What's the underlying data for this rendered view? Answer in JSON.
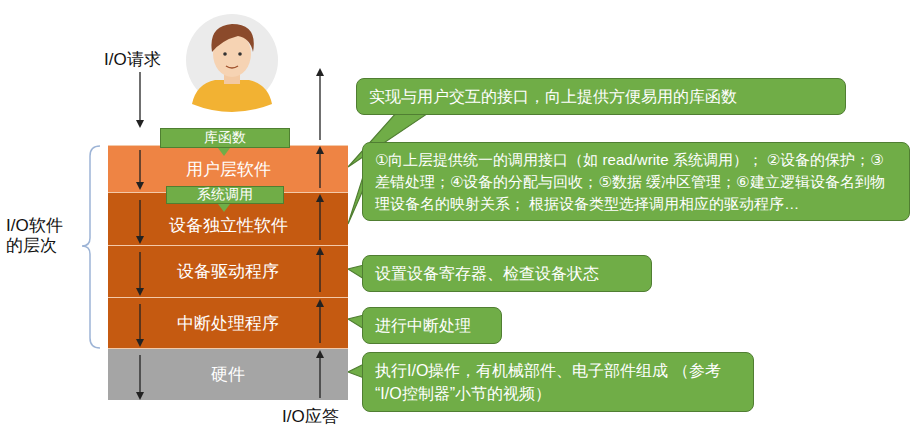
{
  "diagram": {
    "nodes": [
      {
        "text": [
          "库函数"
        ]
      },
      {
        "text": [
          "用户层软件"
        ]
      },
      {
        "text": [
          "系统调用"
        ]
      },
      {
        "text": [
          "设备独立性软件"
        ]
      },
      {
        "text": [
          "设备驱动程序"
        ]
      },
      {
        "text": [
          "中断处理程序"
        ]
      },
      {
        "text": [
          "硬件"
        ]
      },
      {
        "text": [
          "实现与用户交互的接口，向上提供方便易用的库函数"
        ]
      },
      {
        "text": [
          "①向上层提供统一的调用接口（如 read/write 系统调用）； ②设备的保护；③差错处理；④设备的分配与回收；⑤数据 缓冲区管理；⑥建立逻辑设备名到物理设备名的映射关系； 根据设备类型选择调用相应的驱动程序…"
        ]
      },
      {
        "text": [
          "设置设备寄存器、检查设备状态"
        ]
      },
      {
        "text": [
          "进行中断处理"
        ]
      },
      {
        "text": [
          "执行I/O操作，有机械部件、电子部件组成 （参考“I/O控制器”小节的视频）"
        ]
      }
    ],
    "edges": [
      {
        "from": 7,
        "to": 1,
        "arrow": "none"
      },
      {
        "from": 8,
        "to": 3,
        "arrow": "none"
      },
      {
        "from": 9,
        "to": 4,
        "arrow": "none"
      },
      {
        "from": 10,
        "to": 5,
        "arrow": "none"
      },
      {
        "from": 11,
        "to": 6,
        "arrow": "none"
      }
    ],
    "labels": [
      "I/O请求",
      "I/O应答",
      "I/O软件 的层次"
    ]
  }
}
